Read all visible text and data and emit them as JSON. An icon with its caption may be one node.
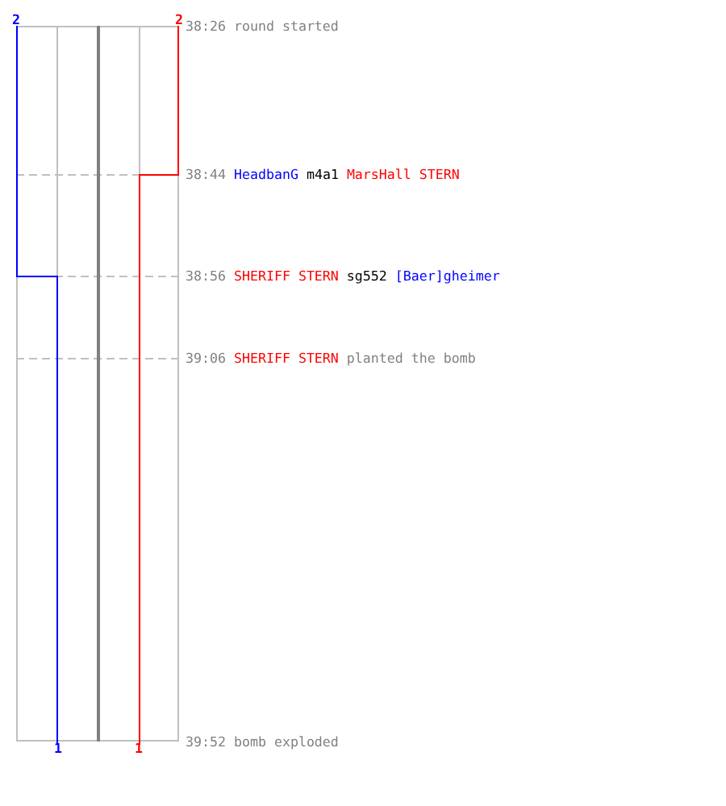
{
  "diagram": {
    "labels": [
      "2",
      "2",
      "38:26",
      "round started",
      "38:44",
      "HeadbanG",
      "m4a1",
      "MarsHall STERN",
      "38:56",
      "SHERIFF STERN",
      "sg552",
      "[Baer]gheimer",
      "39:06",
      "SHERIFF STERN",
      "planted the bomb",
      "1",
      "1",
      "39:52",
      "bomb exploded"
    ]
  }
}
